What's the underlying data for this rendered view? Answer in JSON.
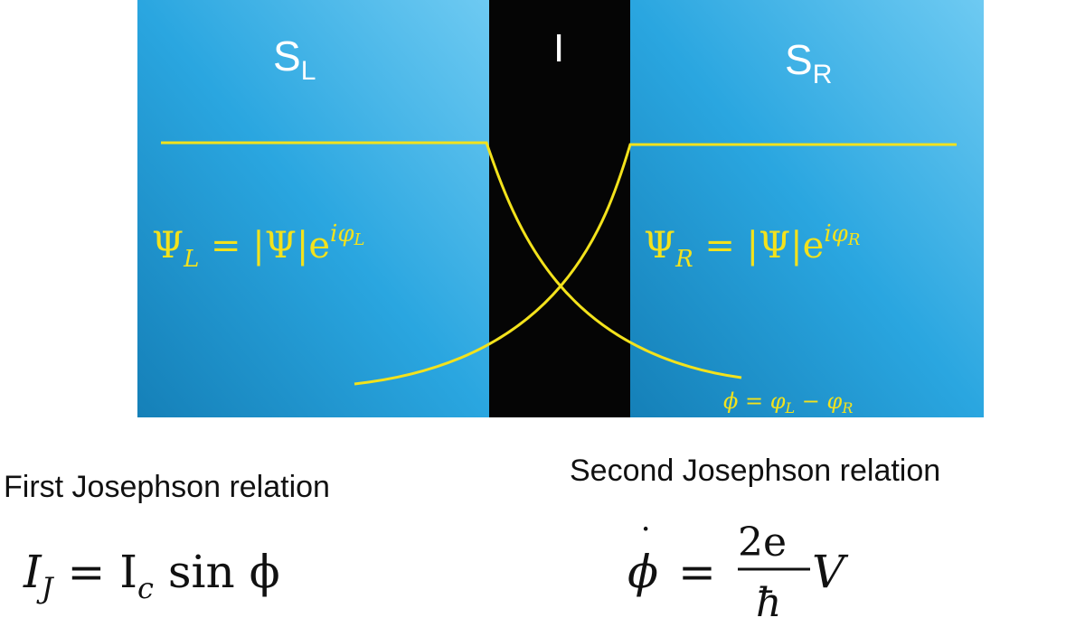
{
  "diagram": {
    "regions": {
      "left": {
        "label": "S",
        "subscript": "L"
      },
      "barrier": {
        "label": "I"
      },
      "right": {
        "label": "S",
        "subscript": "R"
      }
    },
    "equations": {
      "psi_left": {
        "lhs": "Ψ",
        "lhs_sub": "L",
        "rhs": " = |Ψ|e",
        "sup": "iφ",
        "sup_sub": "L"
      },
      "psi_right": {
        "lhs": "Ψ",
        "lhs_sub": "R",
        "rhs": " = |Ψ|e",
        "sup": "iφ",
        "sup_sub": "R"
      },
      "phase": {
        "a": "ϕ = φ",
        "a_sub": "L",
        "b": " − φ",
        "b_sub": "R"
      }
    },
    "colors": {
      "superconductor": "#2aa6e0",
      "barrier": "#050505",
      "wavefunction": "#f3e21c",
      "text": "#ffffff"
    }
  },
  "relations": {
    "first": {
      "title": "First Josephson relation",
      "lhs": "I",
      "lhs_sub": "J",
      "mid": " = I",
      "mid_sub": "c",
      "rhs": " sin ϕ"
    },
    "second": {
      "title": "Second Josephson relation",
      "lhs": "ϕ",
      "dot": "˙",
      "eq": "=",
      "num": "2e",
      "den": "ħ",
      "rhs": "V"
    }
  }
}
